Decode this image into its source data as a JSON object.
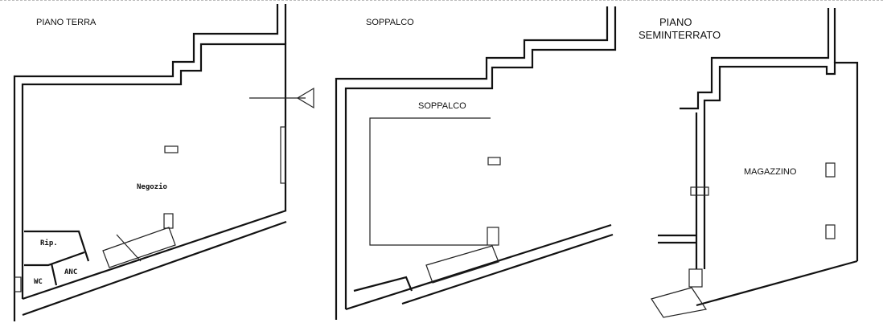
{
  "plans": [
    {
      "title": "PIANO TERRA",
      "rooms": [
        "Negozio",
        "Rip.",
        "WC",
        "ANC"
      ]
    },
    {
      "title": "SOPPALCO",
      "rooms": [
        "SOPPALCO"
      ]
    },
    {
      "title_line1": "PIANO",
      "title_line2": "SEMINTERRATO",
      "rooms": [
        "MAGAZZINO"
      ]
    }
  ]
}
